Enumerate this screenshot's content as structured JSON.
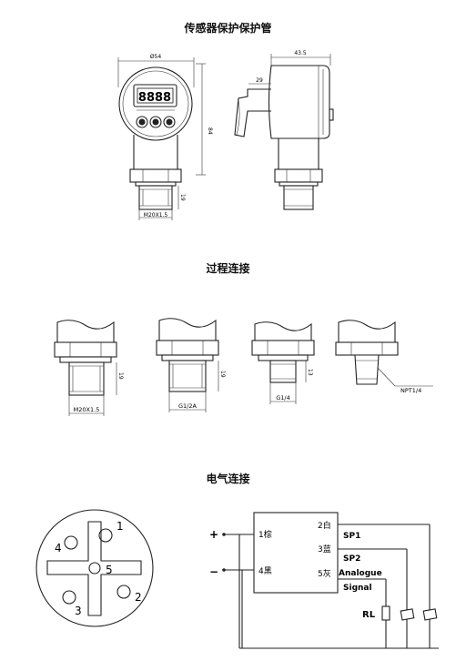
{
  "sections": {
    "housing": {
      "title": "传感器保护保护管",
      "dim_width": "Ø54",
      "dim_height": "84",
      "dim_side_depth": "43.5",
      "dim_cable": "29",
      "dim_thread_len": "19",
      "thread_label": "M20X1.5"
    },
    "process": {
      "title": "过程连接",
      "connections": [
        {
          "thread": "M20X1.5",
          "length": "19"
        },
        {
          "thread": "G1/2A",
          "length": "19"
        },
        {
          "thread": "G1/4",
          "length": "13"
        },
        {
          "thread": "NPT1/4",
          "length": ""
        }
      ]
    },
    "electrical": {
      "title": "电气连接",
      "pins": [
        "1",
        "2",
        "3",
        "4",
        "5"
      ],
      "plus": "+",
      "minus": "−",
      "terminal_1": "1棕",
      "terminal_4": "4黑",
      "terminal_2": "2白",
      "terminal_3": "3蓝",
      "terminal_5": "5灰",
      "sp1": "SP1",
      "sp2": "SP2",
      "analog_1": "Analogue",
      "analog_2": "Signal",
      "rl": "RL"
    }
  }
}
